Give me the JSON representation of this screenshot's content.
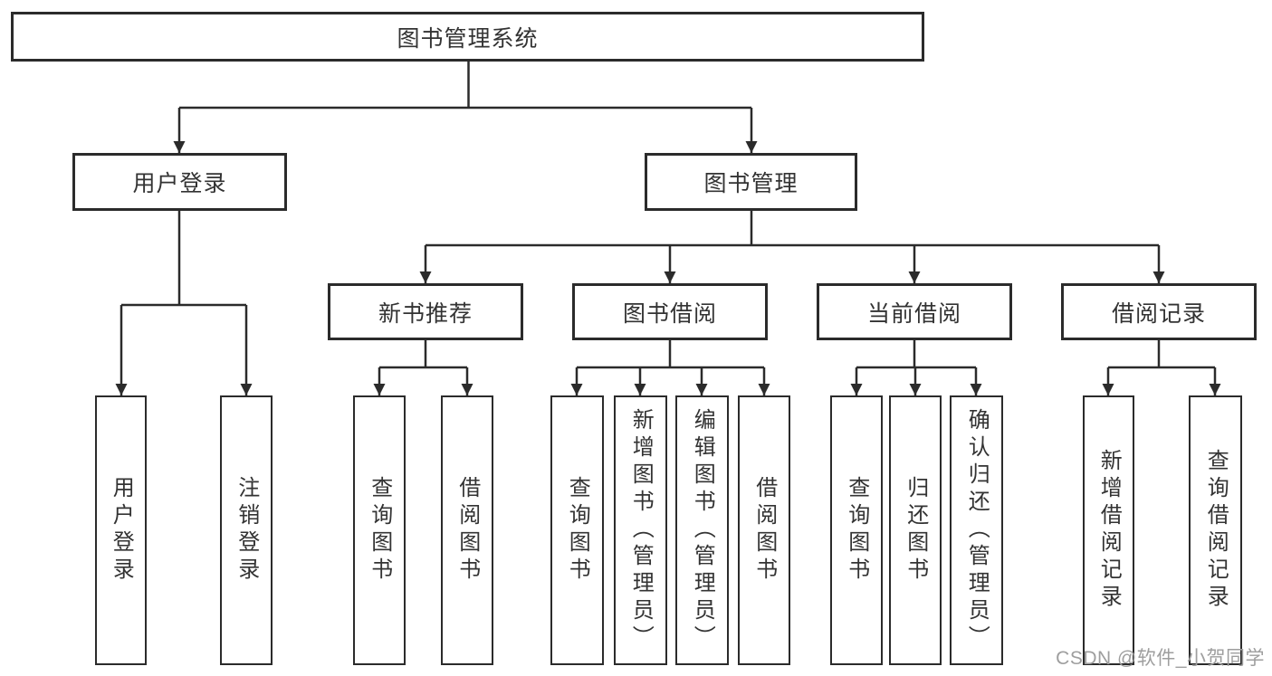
{
  "title": {
    "root": "图书管理系统"
  },
  "level2": {
    "user_login": "用户登录",
    "book_mgmt": "图书管理"
  },
  "level3": {
    "new_books": "新书推荐",
    "book_borrow": "图书借阅",
    "current_borrow": "当前借阅",
    "borrow_records": "借阅记录"
  },
  "leaves": {
    "login": [
      "用户登录",
      "注销登录"
    ],
    "new_books": [
      "查询图书",
      "借阅图书"
    ],
    "book_borrow": [
      "查询图书",
      "新增图书（管理员）",
      "编辑图书（管理员）",
      "借阅图书"
    ],
    "current_borrow": [
      "查询图书",
      "归还图书",
      "确认归还（管理员）"
    ],
    "borrow_records": [
      "新增借阅记录",
      "查询借阅记录"
    ]
  },
  "watermark": "CSDN @软件_小贺同学",
  "colors": {
    "line": "#2b2b2b",
    "text": "#333333",
    "watermark": "#9e9e9e",
    "background": "#ffffff"
  }
}
